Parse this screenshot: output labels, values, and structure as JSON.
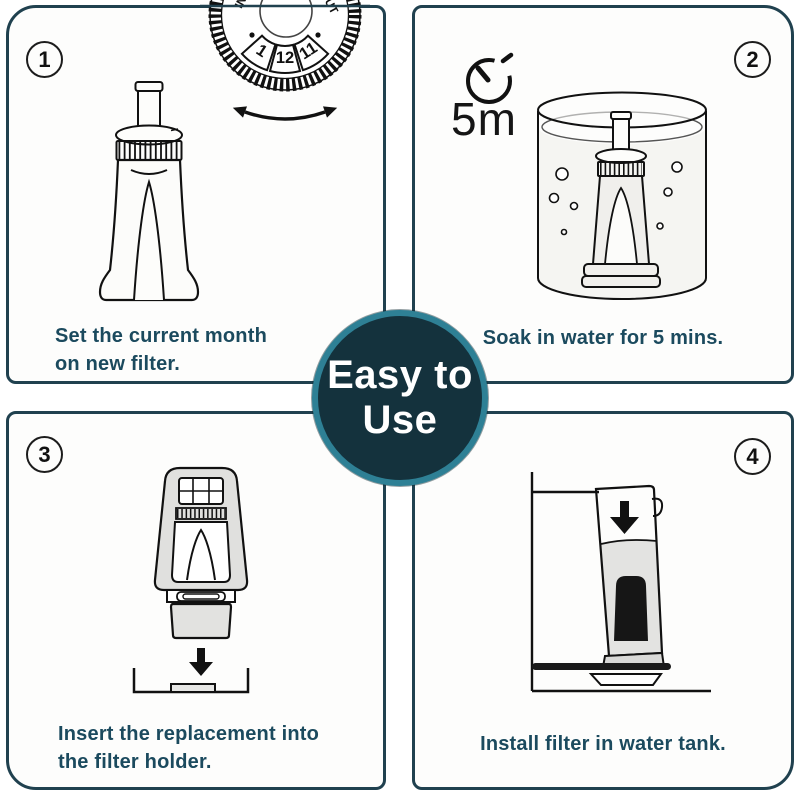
{
  "center_badge": {
    "line1": "Easy to",
    "line2": "Use"
  },
  "colors": {
    "panel_border": "#20414f",
    "caption_ink": "#1b4a5e",
    "badge_fill": "#14323d",
    "badge_ring": "#2e8095",
    "illustration_stroke": "#111111"
  },
  "dial": {
    "in_label": "IN",
    "out_label": "OUT",
    "months": [
      "11",
      "12",
      "1"
    ]
  },
  "steps": [
    {
      "number": "1",
      "caption_lines": [
        "Set the current month",
        "on new filter."
      ],
      "illustration": "filter-cartridge-with-month-dial"
    },
    {
      "number": "2",
      "timer_label": "5m",
      "caption": "Soak in water for 5 mins.",
      "illustration": "filter-soaking-in-water-cylinder"
    },
    {
      "number": "3",
      "caption_lines": [
        "Insert the replacement into",
        "the filter holder."
      ],
      "illustration": "filter-into-holder-with-arrow"
    },
    {
      "number": "4",
      "caption": "Install filter in water tank.",
      "illustration": "filter-installed-in-water-tank"
    }
  ]
}
